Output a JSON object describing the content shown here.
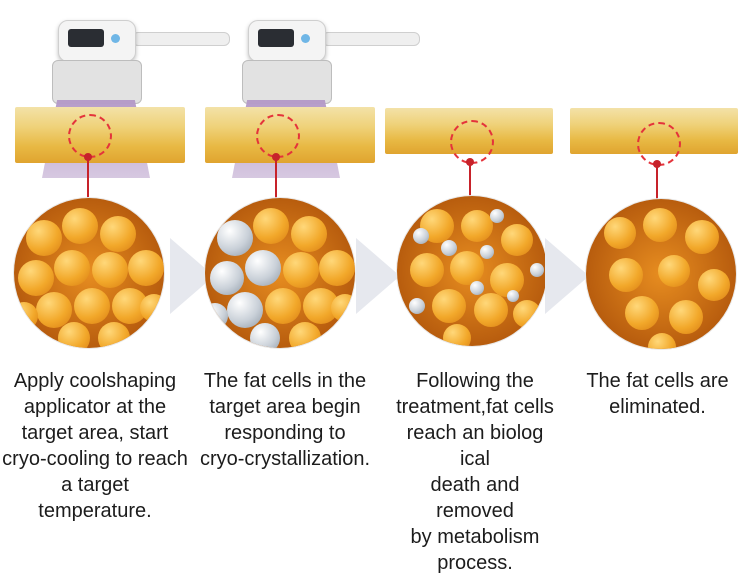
{
  "steps": [
    {
      "caption": "Apply coolshaping\napplicator at the\ntarget area, start\ncryo-cooling to reach\na target\ntemperature."
    },
    {
      "caption": "The fat cells in the\ntarget area begin\nresponding to\ncryo-crystallization."
    },
    {
      "caption": "Following the\ntreatment,fat cells\nreach an biolog ical\ndeath and removed\nby metabolism\nprocess."
    },
    {
      "caption": "The fat cells are\neliminated."
    }
  ],
  "colors": {
    "marker": "#c7222a",
    "fat": "#f2a82a",
    "crystal": "#c9d0d8",
    "beam": "#b59bc8",
    "arrow": "#e6e8ee"
  },
  "icons": [
    "coolshaping-applicator-icon",
    "arrow-right-icon"
  ]
}
